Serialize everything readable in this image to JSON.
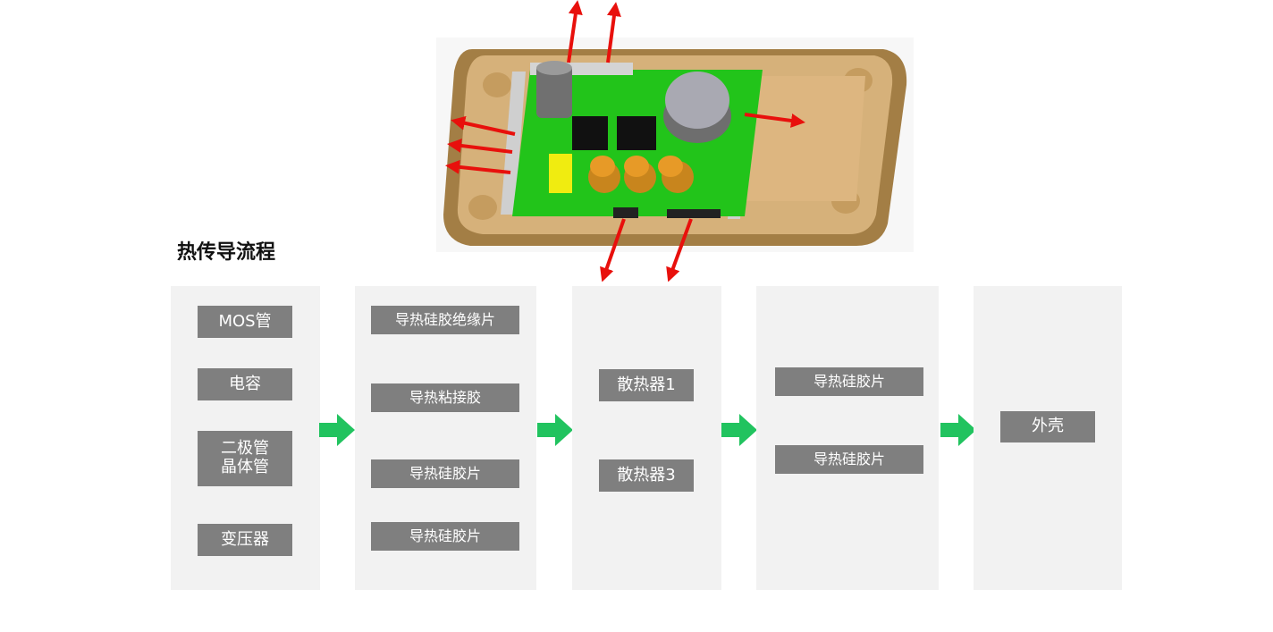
{
  "section": {
    "title": "热传导流程"
  },
  "flow": {
    "heat_sources": [
      "MOS管",
      "电容",
      "二极管\n晶体管",
      "变压器"
    ],
    "interface_materials": [
      "导热硅胶绝缘片",
      "导热粘接胶",
      "导热硅胶片",
      "导热硅胶片"
    ],
    "heatsinks": [
      "散热器1",
      "散热器3"
    ],
    "second_interface": [
      "导热硅胶片",
      "导热硅胶片"
    ],
    "enclosure": [
      "外壳"
    ]
  },
  "colors": {
    "chip": "#7f7f7f",
    "column": "#f2f2f2",
    "flow_arrow": "#21c35f",
    "heat_arrow": "#e8100c",
    "pcb": "#22c41a",
    "housing": "#c9a36a"
  }
}
